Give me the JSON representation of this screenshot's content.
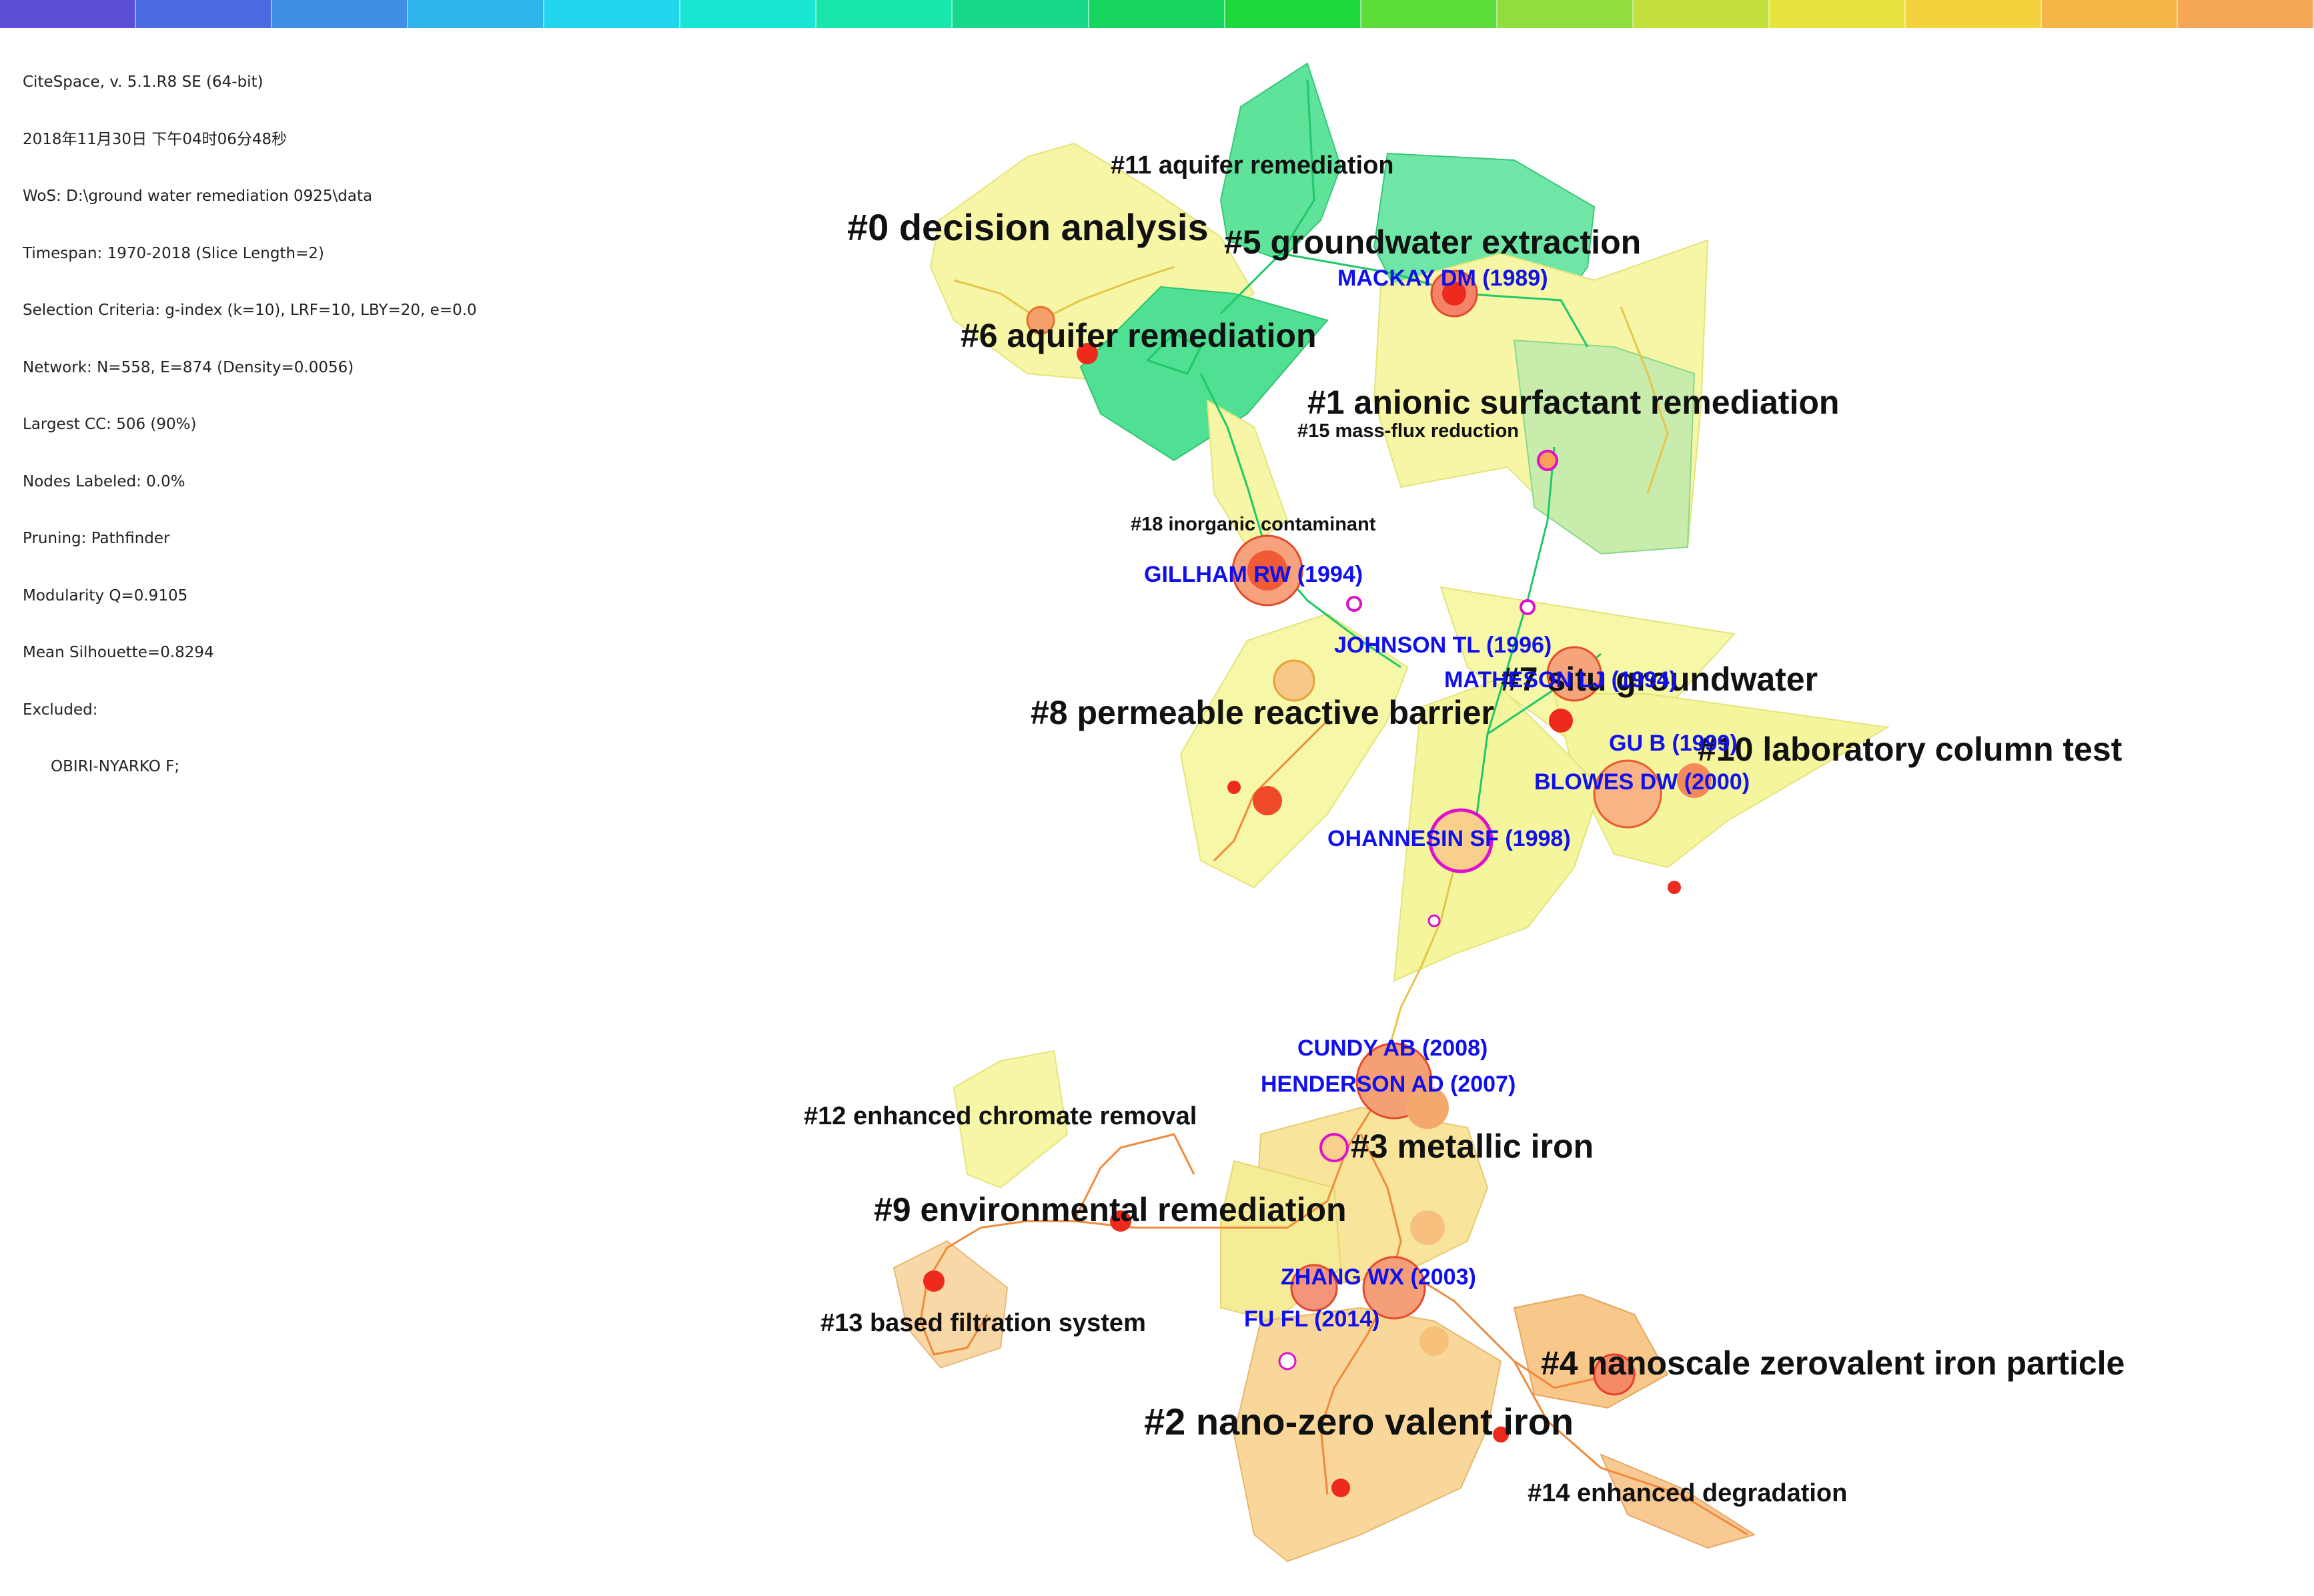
{
  "timeline_colors": [
    "#5b4fd8",
    "#4b6ae0",
    "#3f8fe6",
    "#2fb4ec",
    "#22d5ef",
    "#1be6d4",
    "#18e6aa",
    "#18d98a",
    "#18d560",
    "#1fd83c",
    "#5ddd3a",
    "#92de3c",
    "#c4e03e",
    "#e6e23e",
    "#f4d23e",
    "#f6b646",
    "#f5a656"
  ],
  "info": {
    "line1": "CiteSpace, v. 5.1.R8 SE (64-bit)",
    "line2": "2018年11月30日 下午04时06分48秒",
    "line3": "WoS: D:\\ground water remediation 0925\\data",
    "line4": "Timespan: 1970-2018 (Slice Length=2)",
    "line5": "Selection Criteria: g-index (k=10), LRF=10, LBY=20, e=0.0",
    "line6": "Network: N=558, E=874 (Density=0.0056)",
    "line7": "Largest CC: 506 (90%)",
    "line8": "Nodes Labeled: 0.0%",
    "line9": "Pruning: Pathfinder",
    "line10": "Modularity Q=0.9105",
    "line11": "Mean Silhouette=0.8294",
    "line12": "Excluded:",
    "line13": "OBIRI-NYARKO F;"
  },
  "clusters": {
    "c0": "#0 decision analysis",
    "c1": "#1 anionic surfactant remediation",
    "c2": "#2 nano-zero valent iron",
    "c3": "#3 metallic iron",
    "c4": "#4 nanoscale zerovalent iron particle",
    "c5": "#5 groundwater extraction",
    "c6": "#6 aquifer remediation",
    "c7": "#7 situ groundwater",
    "c8": "#8 permeable reactive barrier",
    "c9": "#9 environmental remediation",
    "c10": "#10 laboratory column test",
    "c11": "#11 aquifer remediation",
    "c12": "#12 enhanced chromate removal",
    "c13": "#13 based filtration system",
    "c14": "#14 enhanced degradation",
    "c15": "#15 mass-flux reduction",
    "c18": "#18 inorganic contaminant"
  },
  "references": {
    "mackay": "MACKAY DM (1989)",
    "gillham": "GILLHAM RW (1994)",
    "johnson": "JOHNSON TL (1996)",
    "matheson": "MATHESON LJ (1994)",
    "gub": "GU B (1999)",
    "blowes": "BLOWES DW (2000)",
    "ohannesin": "OHANNESIN SF (1998)",
    "cundy": "CUNDY AB (2008)",
    "henderson": "HENDERSON AD (2007)",
    "zhang": "ZHANG WX (2003)",
    "fu": "FU FL (2014)"
  },
  "colors": {
    "ref_label": "#1010ee",
    "hull_yellow": "#f3f48e",
    "hull_green": "#39dc84",
    "hull_orange": "#f9cf84",
    "edge_green": "#1fc86a",
    "edge_orange": "#f08a3c",
    "node_red": "#ee2a1c",
    "node_magenta": "#dd10cc"
  }
}
